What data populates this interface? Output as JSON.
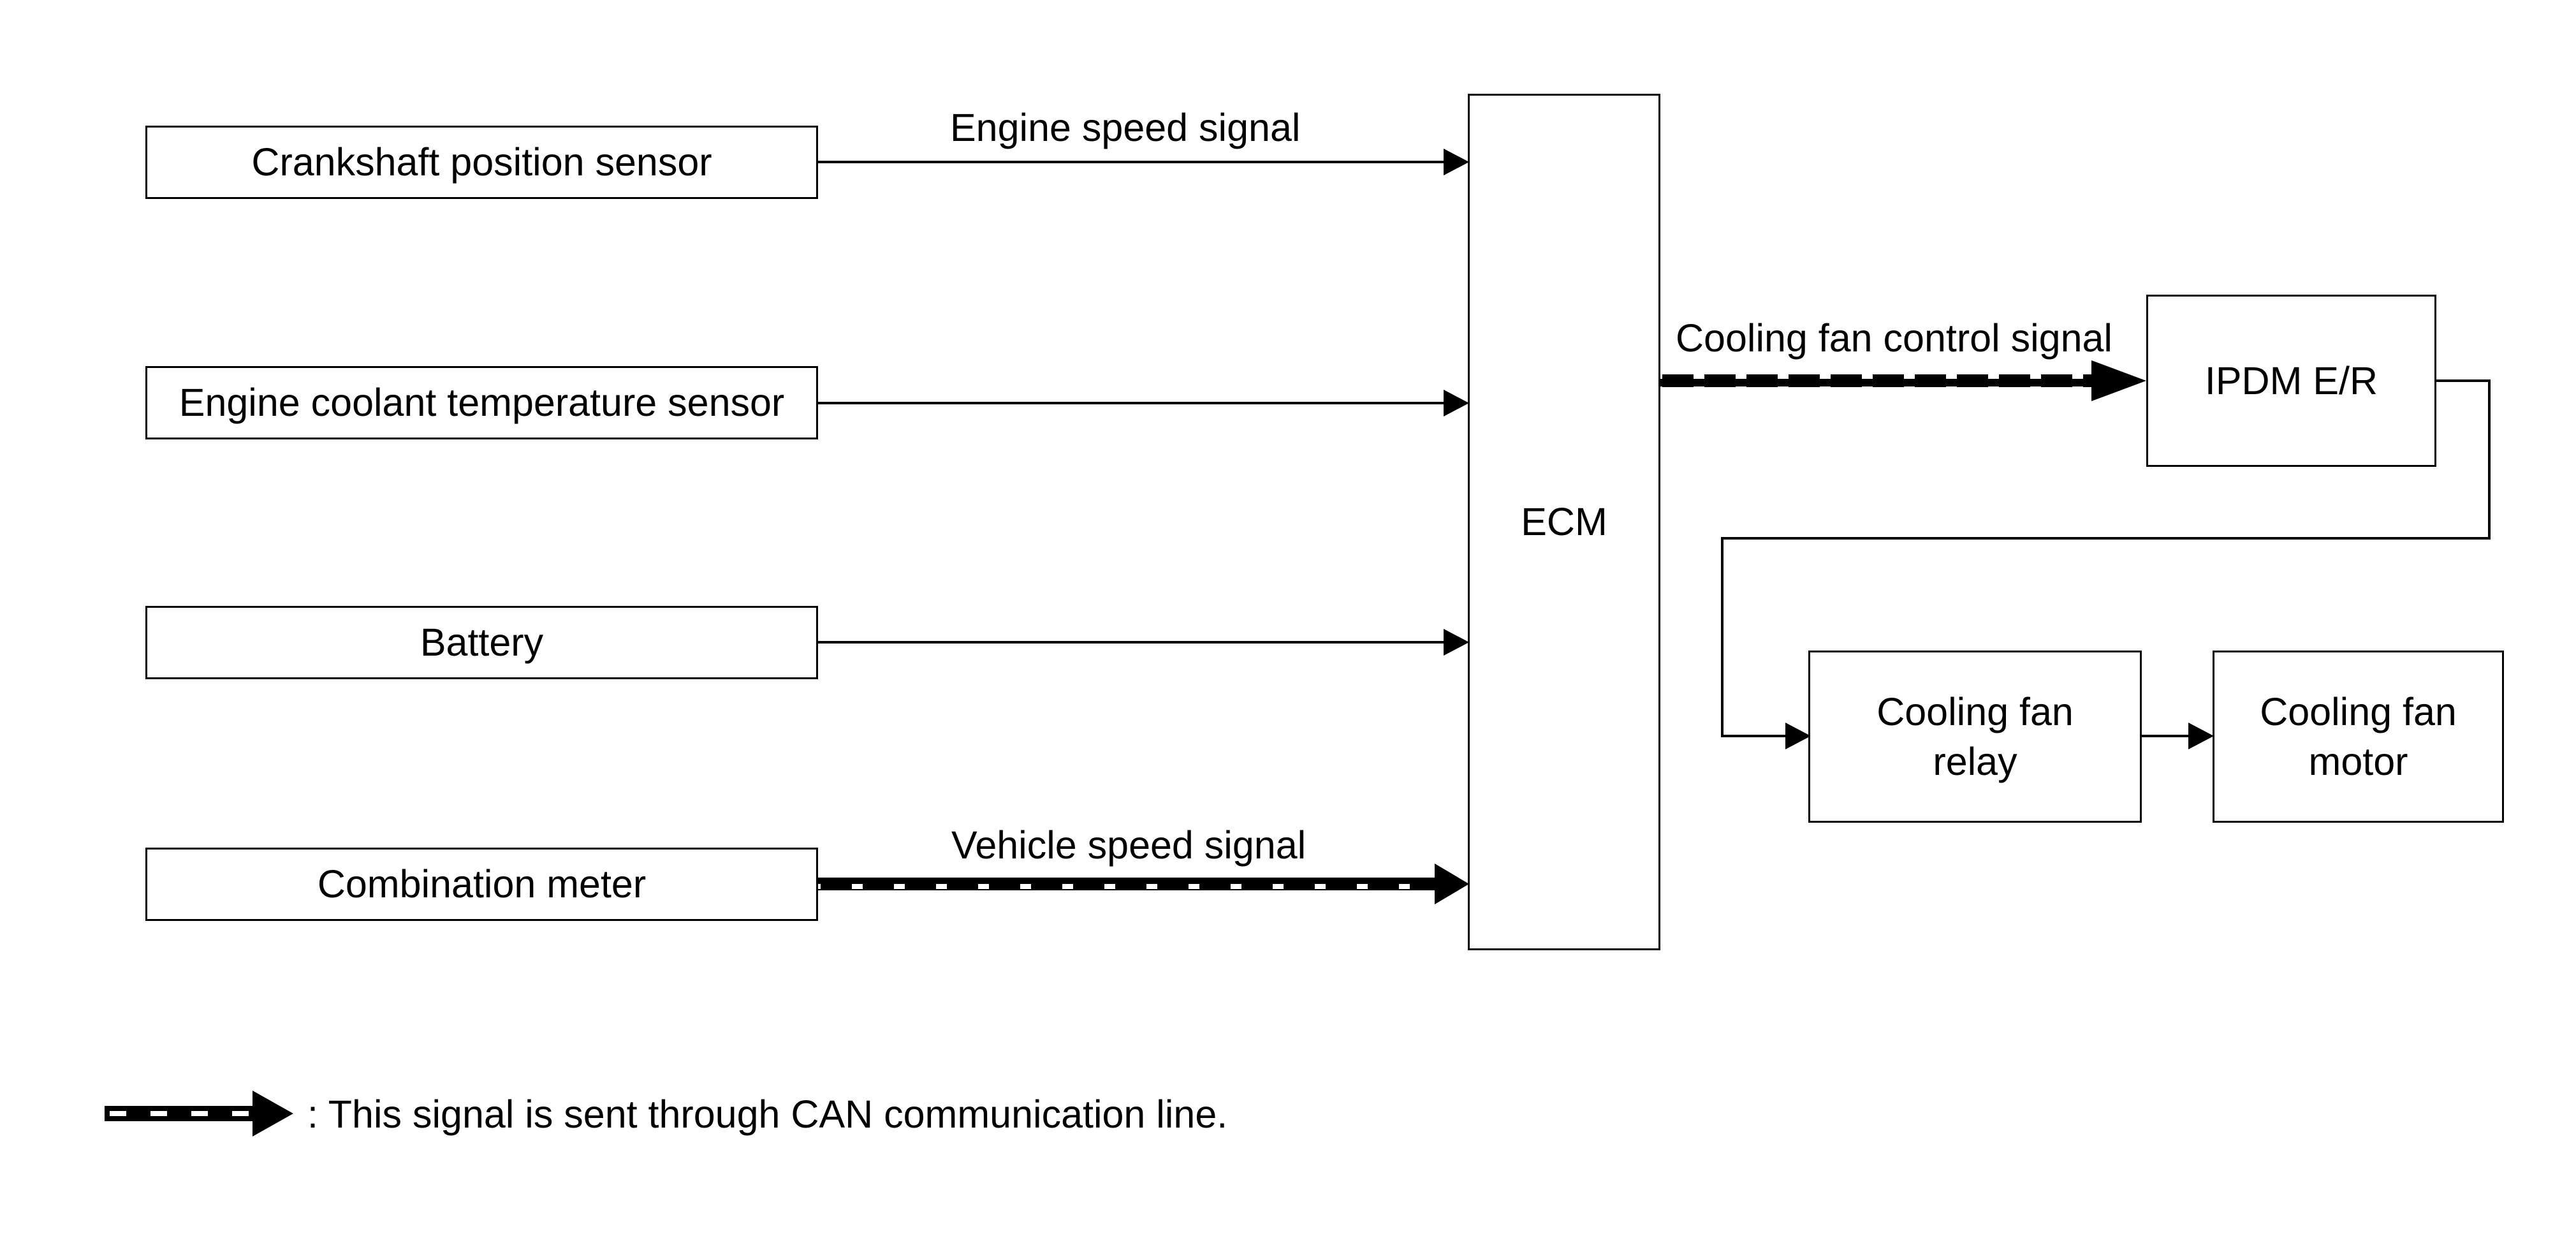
{
  "diagram": {
    "inputs": [
      {
        "id": "crankshaft",
        "label": "Crankshaft position sensor"
      },
      {
        "id": "coolant",
        "label": "Engine coolant temperature sensor"
      },
      {
        "id": "battery",
        "label": "Battery"
      },
      {
        "id": "combination",
        "label": "Combination meter"
      }
    ],
    "ecm": {
      "label": "ECM"
    },
    "ipdm": {
      "label": "IPDM E/R"
    },
    "relay": {
      "label": "Cooling fan\nrelay"
    },
    "motor": {
      "label": "Cooling fan\nmotor"
    },
    "signals": {
      "engine_speed": "Engine speed signal",
      "vehicle_speed": "Vehicle speed signal",
      "cooling_fan_control": "Cooling fan control signal"
    },
    "legend": {
      "text": ": This signal is sent through CAN communication line."
    }
  }
}
